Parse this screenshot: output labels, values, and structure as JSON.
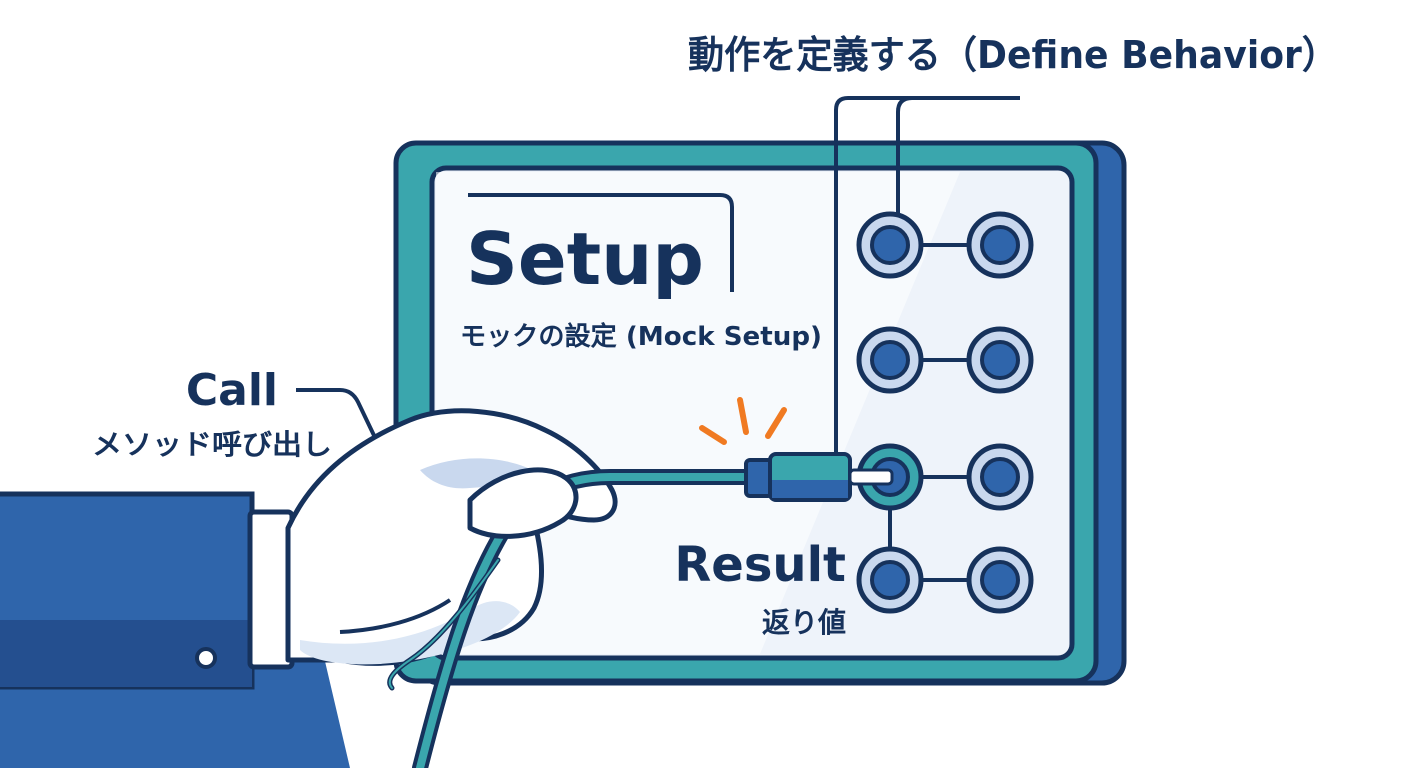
{
  "header": {
    "define_behavior": "動作を定義する（Define Behavior）"
  },
  "panel": {
    "setup_title": "Setup",
    "setup_subtitle": "モックの設定 (Mock Setup)",
    "result_title": "Result",
    "result_subtitle": "返り値"
  },
  "call": {
    "title": "Call",
    "subtitle": "メソッド呼び出し"
  },
  "colors": {
    "navy": "#16325c",
    "teal": "#3aa6ad",
    "blue": "#2f65ab",
    "panel_fill": "#eef3fa",
    "accent_orange": "#f07a22",
    "socket_ring": "#c9d8ee"
  },
  "sockets": {
    "rows": 4,
    "columns": 2,
    "connected_row": 3,
    "connected_column": 1
  }
}
